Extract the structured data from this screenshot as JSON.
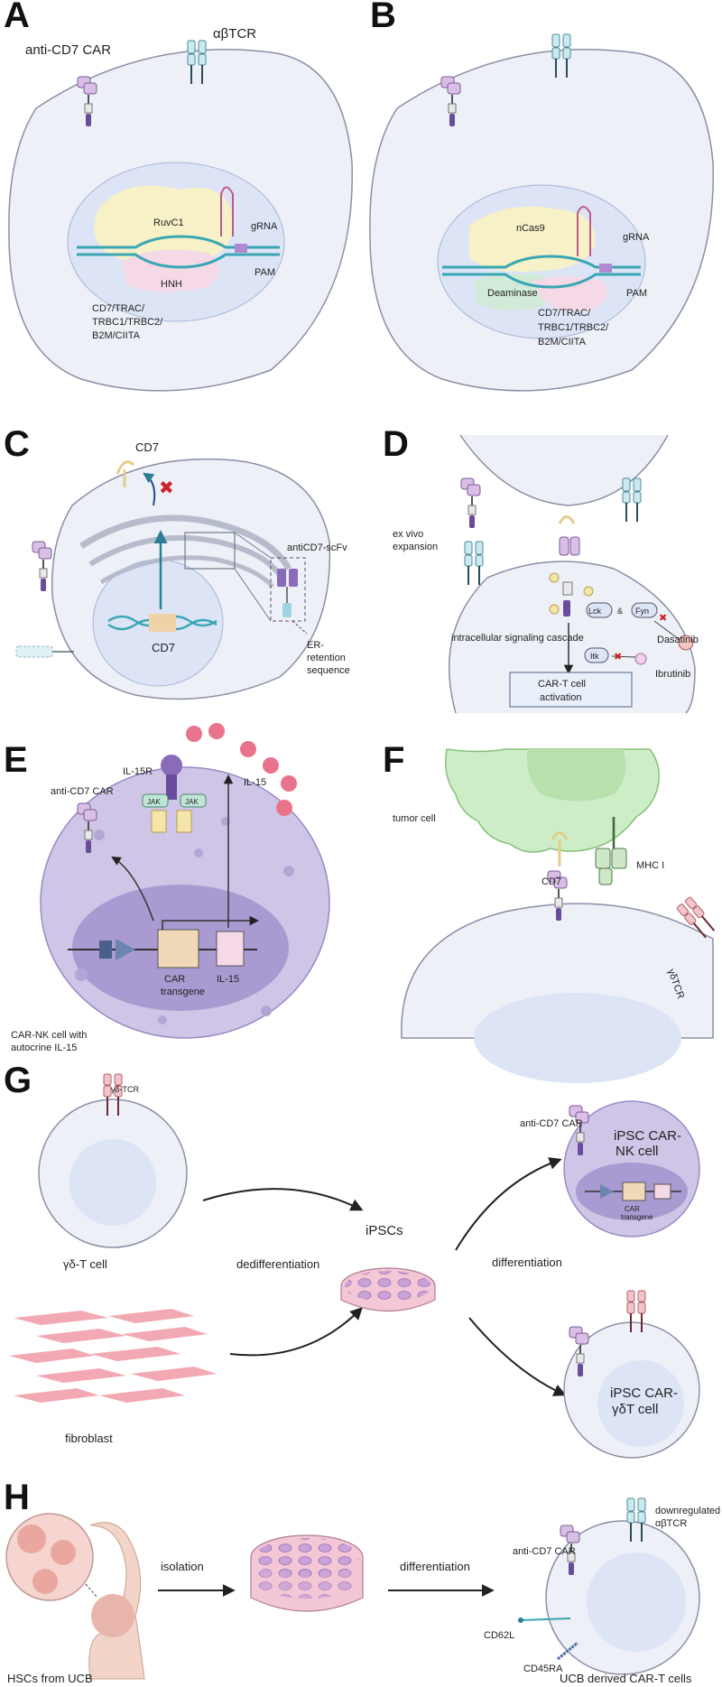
{
  "panels": {
    "A": {
      "letter": "A",
      "anti_cd7_car": "anti-CD7 CAR",
      "ab_tcr": "αβTCR",
      "ruvc1": "RuvC1",
      "grna": "gRNA",
      "pam": "PAM",
      "hnh": "HNH",
      "targets": [
        "CD7/TRAC/",
        "TRBC1/TRBC2/",
        "B2M/CIITA"
      ]
    },
    "B": {
      "letter": "B",
      "ncas9": "nCas9",
      "grna": "gRNA",
      "deaminase": "Deaminase",
      "pam": "PAM",
      "targets": [
        "CD7/TRAC/",
        "TRBC1/TRBC2/",
        "B2M/CIITA"
      ]
    },
    "C": {
      "letter": "C",
      "cd7_top": "CD7",
      "cd7_gene": "CD7",
      "scfv": "antiCD7-scFv",
      "er_retention": [
        "ER-",
        "retention",
        "sequence"
      ]
    },
    "D": {
      "letter": "D",
      "expansion": [
        "ex vivo",
        "expansion"
      ],
      "lck": "Lck",
      "fyn": "Fyn",
      "itk": "Itk",
      "dasatinib": "Dasatinib",
      "ibrutinib": "Ibrutinib",
      "cascade": "intracellular signaling cascade",
      "activation": [
        "CAR-T cell",
        "activation"
      ]
    },
    "E": {
      "letter": "E",
      "il15r": "IL-15R",
      "il15_secreted": "IL-15",
      "anti_cd7_car": "anti-CD7 CAR",
      "jak_left": "JAK",
      "jak_right": "JAK",
      "car_transgene": [
        "CAR",
        "transgene"
      ],
      "il15_gene": "IL-15",
      "caption": [
        "CAR-NK cell with",
        "autocrine IL-15"
      ]
    },
    "F": {
      "letter": "F",
      "tumor_cell": "tumor cell",
      "cd7": "CD7",
      "mhc": "MHC I",
      "gd_tcr": "γδTCR"
    },
    "G": {
      "letter": "G",
      "gd_tcr": "γδ-TCR",
      "gd_t_cell": "γδ-T cell",
      "dedifferentiation": "dedifferentiation",
      "ipscs": "iPSCs",
      "differentiation": "differentiation",
      "fibroblast": "fibroblast",
      "anti_cd7_car": "anti-CD7 CAR",
      "ipsc_car_nk": [
        "iPSC CAR-",
        "NK cell"
      ],
      "car_transgene": [
        "CAR",
        "transgene"
      ],
      "ipsc_car_gdt": [
        "iPSC CAR-",
        "γδT cell"
      ]
    },
    "H": {
      "letter": "H",
      "isolation": "isolation",
      "differentiation": "differentiation",
      "hscs": "HSCs from UCB",
      "downregulated": [
        "downregulated",
        "αβTCR"
      ],
      "anti_cd7_car": "anti-CD7 CAR",
      "cd62l": "CD62L",
      "cd45ra": "CD45RA",
      "ucb_cart": "UCB derived CAR-T cells"
    }
  },
  "colors": {
    "cell_fill": "#eef0f7",
    "cell_stroke": "#8a8fa6",
    "nucleus_fill": "#dce4f6",
    "car_purple": "#c9a7d8",
    "car_dark": "#6a4c9c",
    "tcr_teal": "#bfe3ea",
    "cas_yellow": "#f6f1c7",
    "cas_pink": "#f6d9e6",
    "dna_teal": "#3aa6b4",
    "nk_purple": "#cfc5e6",
    "nk_nucleus": "#a99ad1",
    "tumor_green": "#ccedc6",
    "il15_pink": "#e9738a",
    "dish_pink": "#f3c7d6",
    "fibro_pink": "#f2a9b3"
  }
}
